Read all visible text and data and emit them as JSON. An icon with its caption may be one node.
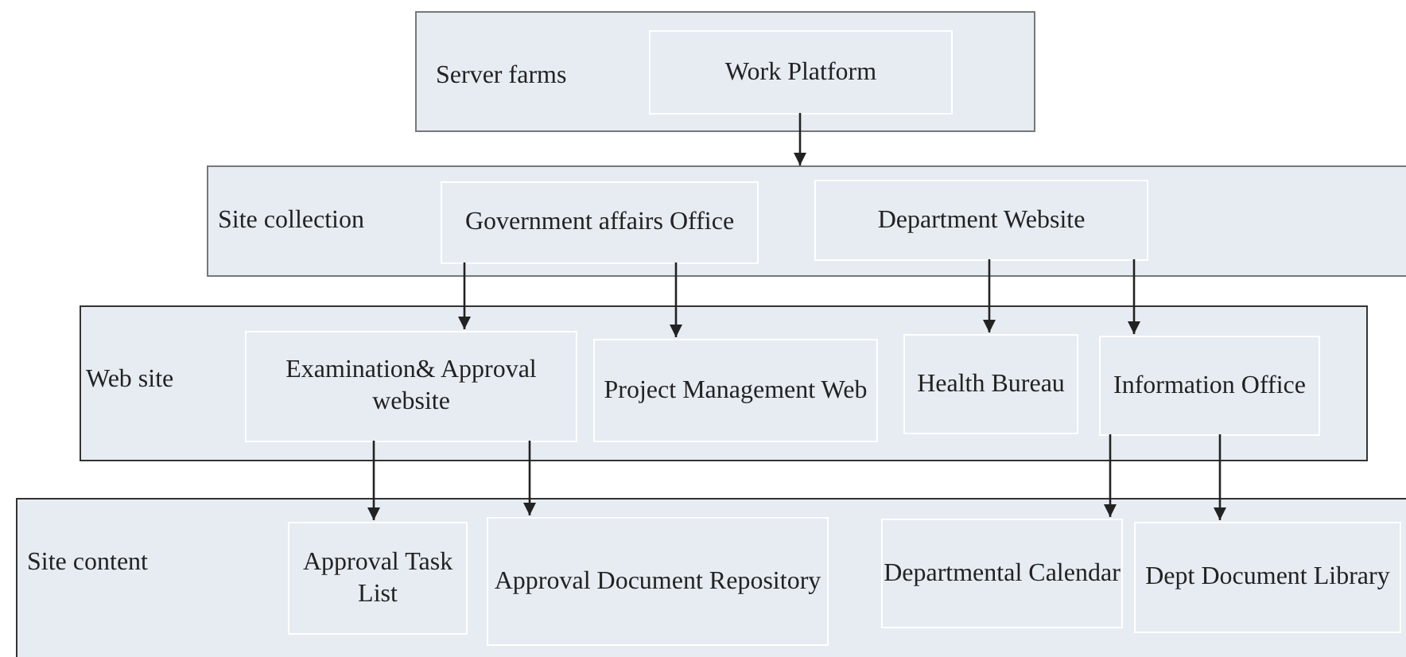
{
  "diagram": {
    "nodes": [
      {
        "text": [
          "Server farms"
        ]
      },
      {
        "text": [
          "Work Platform"
        ],
        "in": 0
      },
      {
        "text": [
          "Site collection"
        ]
      },
      {
        "text": [
          "Government affairs Office"
        ],
        "in": 2
      },
      {
        "text": [
          "Department Website"
        ],
        "in": 2
      },
      {
        "text": [
          "Web site"
        ]
      },
      {
        "text": [
          "Examination& Approval website"
        ],
        "in": 5
      },
      {
        "text": [
          "Project Management Web"
        ],
        "in": 5
      },
      {
        "text": [
          "Health Bureau"
        ],
        "in": 5
      },
      {
        "text": [
          "Information Office"
        ],
        "in": 5
      },
      {
        "text": [
          "Site content"
        ]
      },
      {
        "text": [
          "Approval Task List"
        ],
        "in": 10
      },
      {
        "text": [
          "Approval Document Repository"
        ],
        "in": 10
      },
      {
        "text": [
          "Departmental Calendar"
        ],
        "in": 10
      },
      {
        "text": [
          "Dept Document Library"
        ],
        "in": 10
      }
    ],
    "edges": [
      {
        "from": 1,
        "to": 2,
        "arrow": "to"
      },
      {
        "from": 3,
        "to": 6,
        "arrow": "to"
      },
      {
        "from": 3,
        "to": 7,
        "arrow": "to"
      },
      {
        "from": 4,
        "to": 8,
        "arrow": "to"
      },
      {
        "from": 4,
        "to": 9,
        "arrow": "to"
      },
      {
        "from": 6,
        "to": 11,
        "arrow": "to"
      },
      {
        "from": 6,
        "to": 12,
        "arrow": "to"
      },
      {
        "from": 9,
        "to": 13,
        "arrow": "to"
      },
      {
        "from": 9,
        "to": 14,
        "arrow": "to"
      }
    ]
  }
}
